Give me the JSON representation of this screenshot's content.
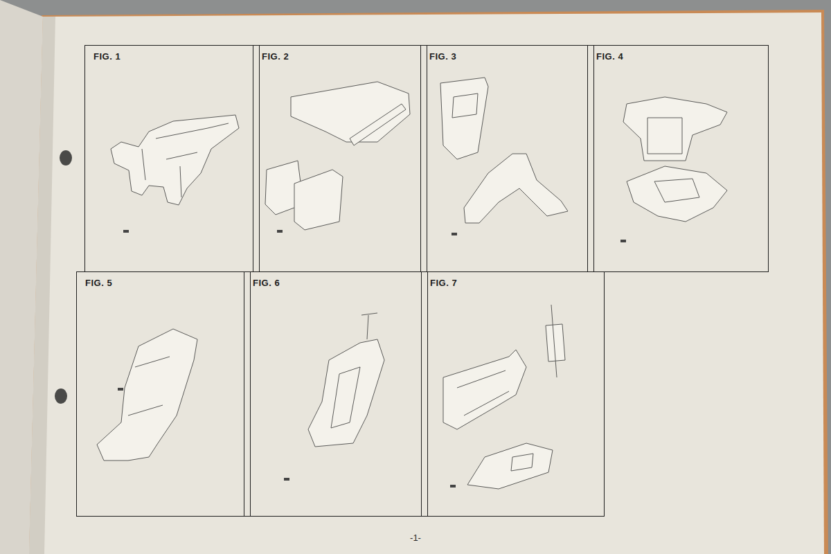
{
  "diagram": {
    "nodes": [
      {
        "text": [
          "FIG. 1"
        ]
      },
      {
        "text": [
          "FIG. 2"
        ]
      },
      {
        "text": [
          "FIG. 3"
        ]
      },
      {
        "text": [
          "FIG. 4"
        ]
      },
      {
        "text": [
          "FIG. 5"
        ]
      },
      {
        "text": [
          "FIG. 6"
        ]
      },
      {
        "text": [
          "FIG. 7"
        ]
      }
    ],
    "labels": [
      "-1-"
    ]
  }
}
